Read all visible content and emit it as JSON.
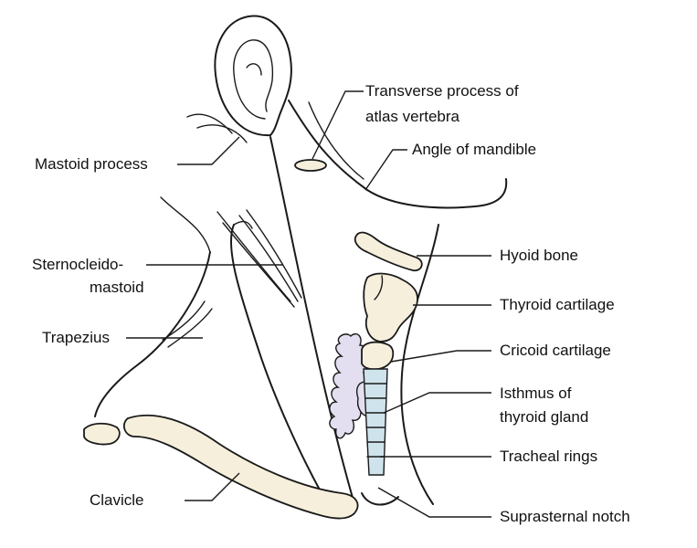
{
  "colors": {
    "bone": "#f6efdc",
    "thyroid_gland": "#e3dff0",
    "trachea": "#cfe3ec",
    "ink": "#1a1a1a"
  },
  "labels": {
    "transverse_process_line1": "Transverse process of",
    "transverse_process_line2": "atlas vertebra",
    "mastoid_process": "Mastoid process",
    "angle_of_mandible": "Angle of mandible",
    "hyoid_bone": "Hyoid bone",
    "sternocleidomastoid_line1": "Sternocleido-",
    "sternocleidomastoid_line2": "mastoid",
    "thyroid_cartilage": "Thyroid cartilage",
    "trapezius": "Trapezius",
    "cricoid_cartilage": "Cricoid cartilage",
    "isthmus_line1": "Isthmus of",
    "isthmus_line2": "thyroid gland",
    "tracheal_rings": "Tracheal rings",
    "clavicle": "Clavicle",
    "suprasternal_notch": "Suprasternal notch"
  }
}
